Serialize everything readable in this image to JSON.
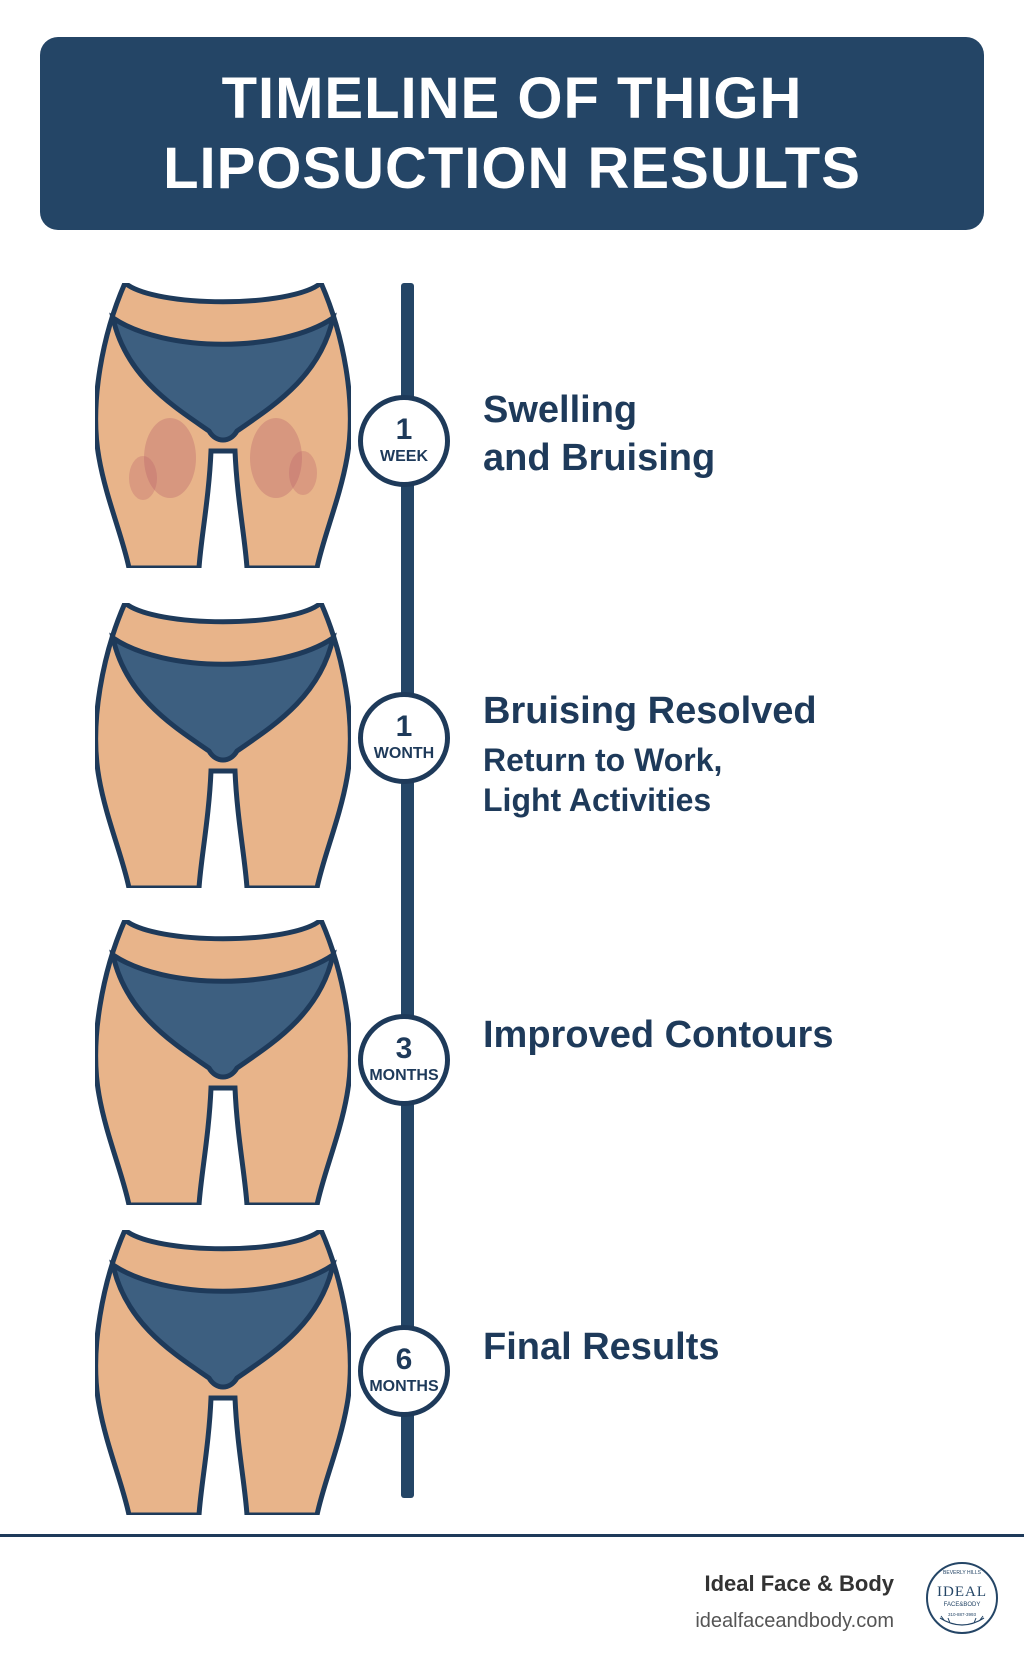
{
  "header": {
    "title_line1": "TIMELINE OF THIGH",
    "title_line2": "LIPOSUCTION RESULTS"
  },
  "timeline": [
    {
      "num": "1",
      "unit": "WEEK",
      "title_line1": "Swelling",
      "title_line2": "and Bruising",
      "bruising": true
    },
    {
      "num": "1",
      "unit": "WONTH",
      "title_line1": "Bruising Resolved",
      "sub_line1": "Return to Work,",
      "sub_line2": "Light Activities",
      "bruising": false
    },
    {
      "num": "3",
      "unit": "MONTHS",
      "title_line1": "Improved Contours",
      "bruising": false
    },
    {
      "num": "6",
      "unit": "MONTHS",
      "title_line1": "Final Results",
      "bruising": false
    }
  ],
  "footer": {
    "brand": "Ideal Face & Body",
    "url": "idealfaceandbody.com",
    "logo": {
      "top_text": "BEVERLY HILLS",
      "main": "IDEAL",
      "sub": "FACE&BODY",
      "phone": "310-887-3993"
    }
  },
  "colors": {
    "navy": "#244566",
    "skin": "#e8b48a",
    "brief": "#3d5f80",
    "bruise": "#b8606a"
  }
}
